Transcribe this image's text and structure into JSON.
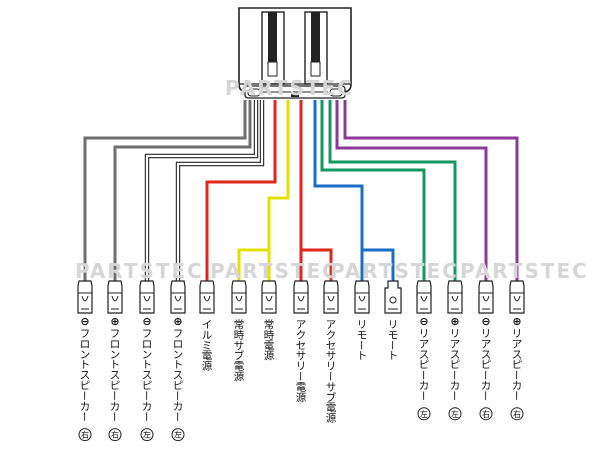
{
  "watermark": "PARTSTEC",
  "colors": {
    "gray": "#6e6e6e",
    "white": "#ffffff",
    "yellow": "#e4e000",
    "red": "#e0261e",
    "blue": "#1a6fc4",
    "green": "#129a62",
    "purple": "#8c3a98"
  },
  "terminals": [
    {
      "symbol": "⊖",
      "label": "フロントスピーカー",
      "side": "右",
      "wire": "gray",
      "type": "female"
    },
    {
      "symbol": "⊕",
      "label": "フロントスピーカー",
      "side": "右",
      "wire": "gray",
      "type": "female"
    },
    {
      "symbol": "⊖",
      "label": "フロントスピーカー",
      "side": "左",
      "wire": "white",
      "type": "female"
    },
    {
      "symbol": "⊕",
      "label": "フロントスピーカー",
      "side": "左",
      "wire": "white",
      "type": "female"
    },
    {
      "symbol": "",
      "label": "イルミ電源",
      "side": "",
      "wire": "red",
      "type": "female"
    },
    {
      "symbol": "",
      "label": "常時サブ電源",
      "side": "",
      "wire": "yellow",
      "type": "female"
    },
    {
      "symbol": "",
      "label": "常時電源",
      "side": "",
      "wire": "yellow",
      "type": "female"
    },
    {
      "symbol": "",
      "label": "アクセサリー電源",
      "side": "",
      "wire": "red",
      "type": "female"
    },
    {
      "symbol": "",
      "label": "アクセサリーサブ電源",
      "side": "",
      "wire": "red",
      "type": "female"
    },
    {
      "symbol": "",
      "label": "リモート",
      "side": "",
      "wire": "blue",
      "type": "female"
    },
    {
      "symbol": "",
      "label": "リモート",
      "side": "",
      "wire": "blue",
      "type": "male"
    },
    {
      "symbol": "⊖",
      "label": "リアスピーカー",
      "side": "左",
      "wire": "green",
      "type": "female"
    },
    {
      "symbol": "⊕",
      "label": "リアスピーカー",
      "side": "左",
      "wire": "green",
      "type": "female"
    },
    {
      "symbol": "⊖",
      "label": "リアスピーカー",
      "side": "右",
      "wire": "purple",
      "type": "female"
    },
    {
      "symbol": "⊕",
      "label": "リアスピーカー",
      "side": "右",
      "wire": "purple",
      "type": "female"
    }
  ]
}
